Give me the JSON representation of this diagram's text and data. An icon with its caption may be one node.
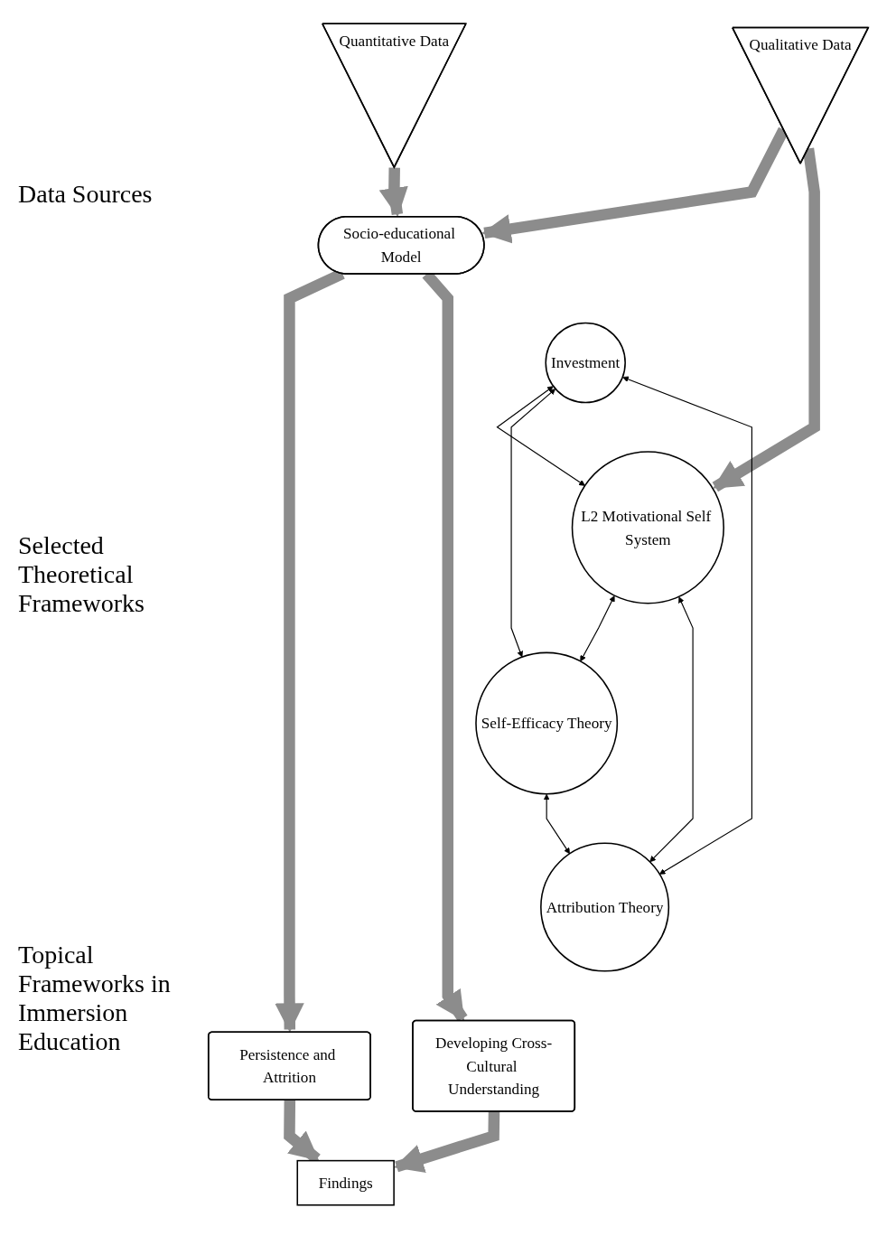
{
  "diagram": {
    "nodes": [
      {
        "text": [
          "Quantitative Data"
        ]
      },
      {
        "text": [
          "Qualitative Data"
        ]
      },
      {
        "text": [
          "Socio-educational Model"
        ]
      },
      {
        "text": [
          "Investment"
        ]
      },
      {
        "text": [
          "L2 Motivational Self System"
        ]
      },
      {
        "text": [
          "Self-Efficacy Theory"
        ]
      },
      {
        "text": [
          "Attribution Theory"
        ]
      },
      {
        "text": [
          "Persistence and Attrition"
        ]
      },
      {
        "text": [
          "Developing Cross-Cultural Understanding"
        ]
      },
      {
        "text": [
          "Findings"
        ]
      }
    ],
    "edges": [
      {
        "from": 0,
        "to": 2,
        "arrow": "to"
      },
      {
        "from": 1,
        "to": 2,
        "arrow": "to"
      },
      {
        "from": 1,
        "to": 4,
        "arrow": "to"
      },
      {
        "from": 2,
        "to": 7,
        "arrow": "to"
      },
      {
        "from": 2,
        "to": 8,
        "arrow": "to"
      },
      {
        "from": 3,
        "to": 4,
        "arrow": "both",
        "color": "#000000"
      },
      {
        "from": 3,
        "to": 5,
        "arrow": "both",
        "color": "#000000"
      },
      {
        "from": 3,
        "to": 6,
        "arrow": "both",
        "color": "#000000"
      },
      {
        "from": 4,
        "to": 5,
        "arrow": "both",
        "color": "#000000"
      },
      {
        "from": 4,
        "to": 6,
        "arrow": "both",
        "color": "#000000"
      },
      {
        "from": 5,
        "to": 6,
        "arrow": "both",
        "color": "#000000"
      },
      {
        "from": 7,
        "to": 9,
        "arrow": "to"
      },
      {
        "from": 8,
        "to": 9,
        "arrow": "to"
      }
    ],
    "labels": [
      "Data Sources",
      "Selected Theoretical Frameworks",
      "Topical Frameworks in Immersion Education"
    ]
  }
}
